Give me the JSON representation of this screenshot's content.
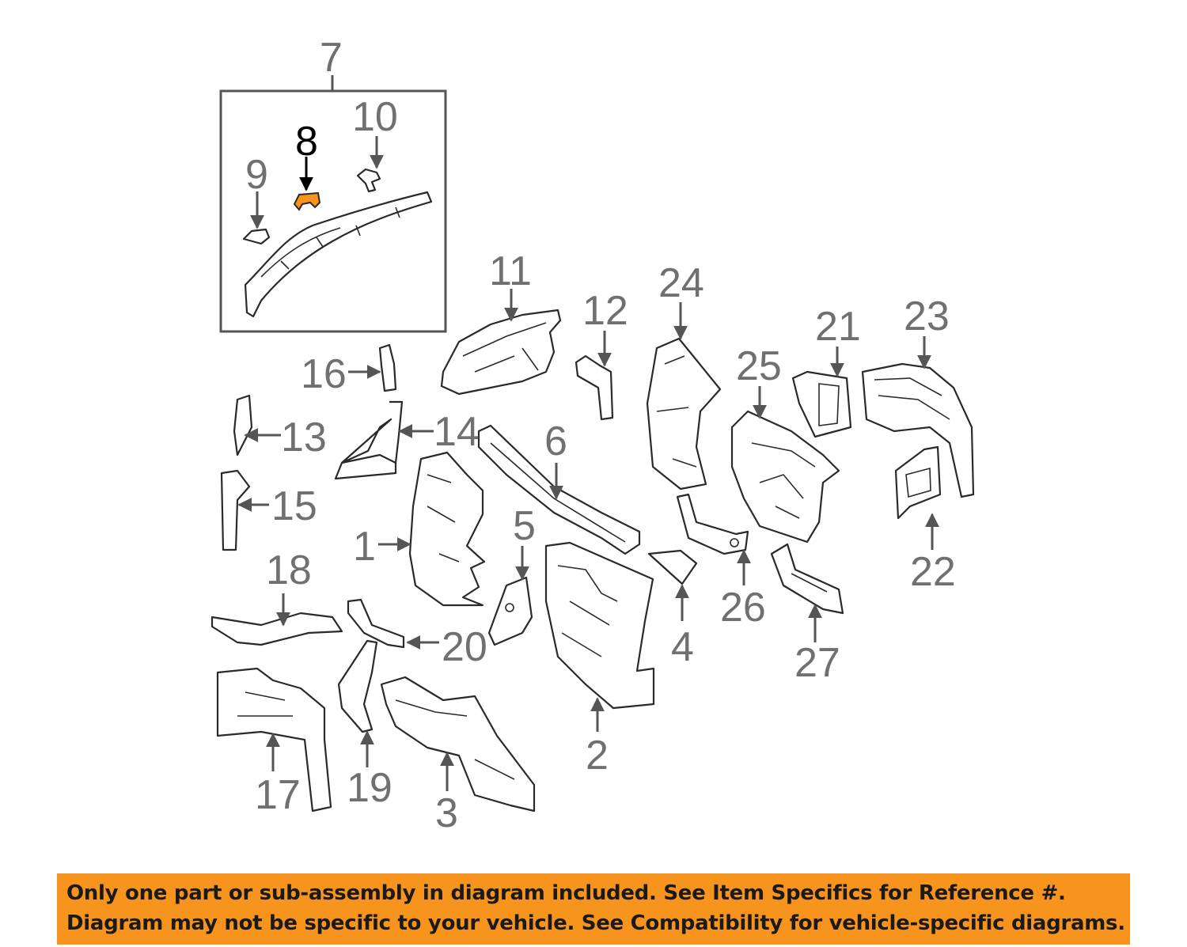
{
  "diagram": {
    "callouts": {
      "c1": "1",
      "c2": "2",
      "c3": "3",
      "c4": "4",
      "c5": "5",
      "c6": "6",
      "c7": "7",
      "c8": "8",
      "c9": "9",
      "c10": "10",
      "c11": "11",
      "c12": "12",
      "c13": "13",
      "c14": "14",
      "c15": "15",
      "c16": "16",
      "c17": "17",
      "c18": "18",
      "c19": "19",
      "c20": "20",
      "c21": "21",
      "c22": "22",
      "c23": "23",
      "c24": "24",
      "c25": "25",
      "c26": "26",
      "c27": "27"
    },
    "highlighted_part": "8",
    "colors": {
      "highlight": "#f7941d",
      "banner": "#f7941d",
      "callout_text": "#707070",
      "highlight_callout_text": "#000000"
    }
  },
  "banner": {
    "line1": "Only one part or sub-assembly in diagram included. See Item Specifics for Reference #.",
    "line2": "Diagram may not be specific to your vehicle. See Compatibility for vehicle-specific diagrams."
  }
}
